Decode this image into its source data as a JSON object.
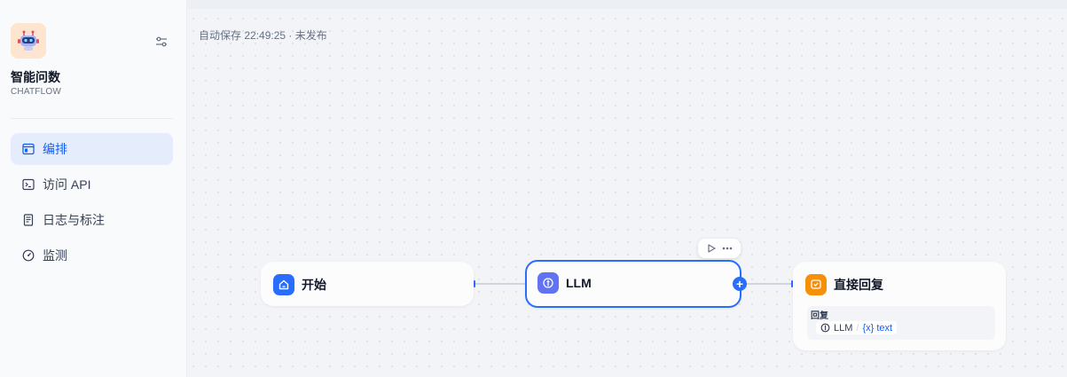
{
  "app": {
    "name": "智能问数",
    "type": "CHATFLOW"
  },
  "nav": {
    "items": [
      {
        "label": "编排",
        "icon": "layout-icon",
        "active": true
      },
      {
        "label": "访问 API",
        "icon": "terminal-icon",
        "active": false
      },
      {
        "label": "日志与标注",
        "icon": "document-icon",
        "active": false
      },
      {
        "label": "监测",
        "icon": "gauge-icon",
        "active": false
      }
    ]
  },
  "canvas": {
    "save_status": "自动保存 22:49:25 · 未发布"
  },
  "nodes": {
    "start": {
      "title": "开始",
      "icon": "home-icon",
      "color": "#296dff"
    },
    "llm": {
      "title": "LLM",
      "icon": "llm-icon",
      "color": "#6172f3"
    },
    "answer": {
      "title": "直接回复",
      "icon": "answer-icon",
      "color": "#f79009",
      "field_label": "回复",
      "var_source": "LLM",
      "var_separator": "/",
      "var_name": "text",
      "var_prefix": "{x}"
    }
  },
  "colors": {
    "accent": "#296dff",
    "active_nav_bg": "#e5edfd",
    "active_nav_text": "#155eef"
  }
}
